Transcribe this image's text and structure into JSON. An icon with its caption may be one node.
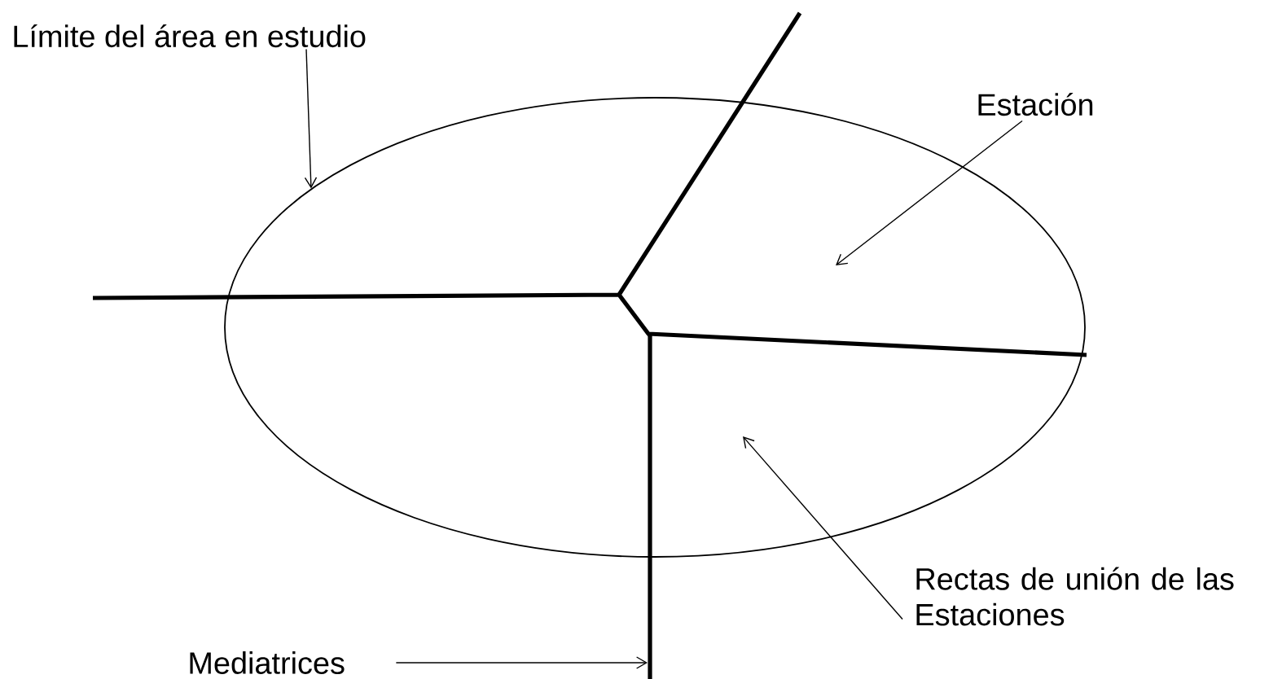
{
  "diagram": {
    "nodes": [
      {
        "text": [
          "Límite del área en estudio"
        ]
      },
      {
        "text": [],
        "shape": "ellipse"
      },
      {
        "text": [
          "Estación"
        ]
      },
      {
        "text": [
          "Rectas de unión de las Estaciones"
        ]
      },
      {
        "text": [
          "Mediatrices"
        ]
      },
      {
        "text": [],
        "shape": "line"
      }
    ],
    "edges": [
      {
        "from": 0,
        "to": 1,
        "arrow": "to"
      },
      {
        "from": 2,
        "to": 1,
        "arrow": "to"
      },
      {
        "from": 3,
        "to": 1,
        "arrow": "to"
      },
      {
        "from": 4,
        "to": 5,
        "arrow": "to"
      }
    ]
  }
}
